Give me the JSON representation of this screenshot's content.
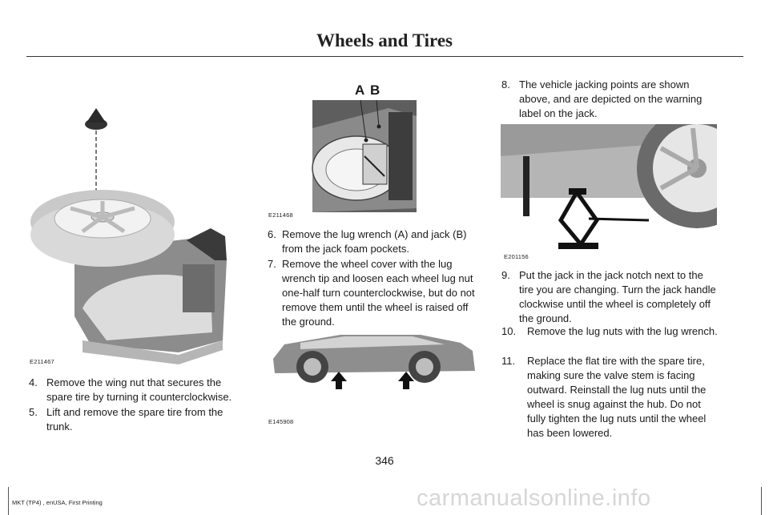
{
  "page": {
    "title": "Wheels and Tires",
    "page_number": "346",
    "footer": "MKT (TP4) , enUSA, First Printing",
    "watermark": "carmanualsonline.info"
  },
  "figures": {
    "fig1": {
      "code": "E211467"
    },
    "fig2": {
      "code": "E211468",
      "label_a": "A",
      "label_b": "B"
    },
    "fig3": {
      "code": "E145908"
    },
    "fig4": {
      "code": "E201156"
    }
  },
  "steps": [
    {
      "num": "4.",
      "text": "Remove the wing nut that secures the spare tire by turning it counterclockwise."
    },
    {
      "num": "5.",
      "text": "Lift and remove the spare tire from the trunk."
    },
    {
      "num": "6.",
      "text": "Remove the lug wrench (A) and jack (B) from the jack foam pockets."
    },
    {
      "num": "7.",
      "text": "Remove the wheel cover with the lug wrench tip and loosen each wheel lug nut one-half turn counterclockwise, but do not remove them until the wheel is raised off the ground."
    },
    {
      "num": "8.",
      "text": "The vehicle jacking points are shown above, and are depicted on the warning label on the jack."
    },
    {
      "num": "9.",
      "text": "Put the jack in the jack notch next to the tire you are changing. Turn the jack handle clockwise until the wheel is completely off the ground."
    },
    {
      "num": "10.",
      "text": "Remove the lug nuts with the lug wrench."
    },
    {
      "num": "11.",
      "text": "Replace the flat tire with the spare tire, making sure the valve stem is facing outward. Reinstall the lug nuts until the wheel is snug against the hub. Do not fully tighten the lug nuts until the wheel has been lowered."
    }
  ]
}
